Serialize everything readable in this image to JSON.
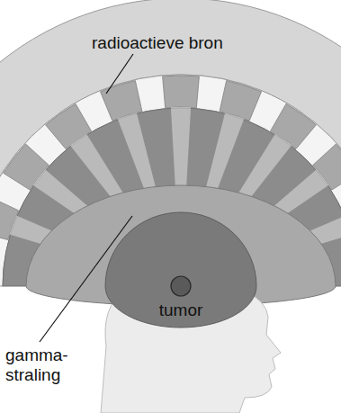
{
  "diagram": {
    "labels": [
      "radioactieve bron",
      "tumor",
      "gamma- straling"
    ]
  }
}
